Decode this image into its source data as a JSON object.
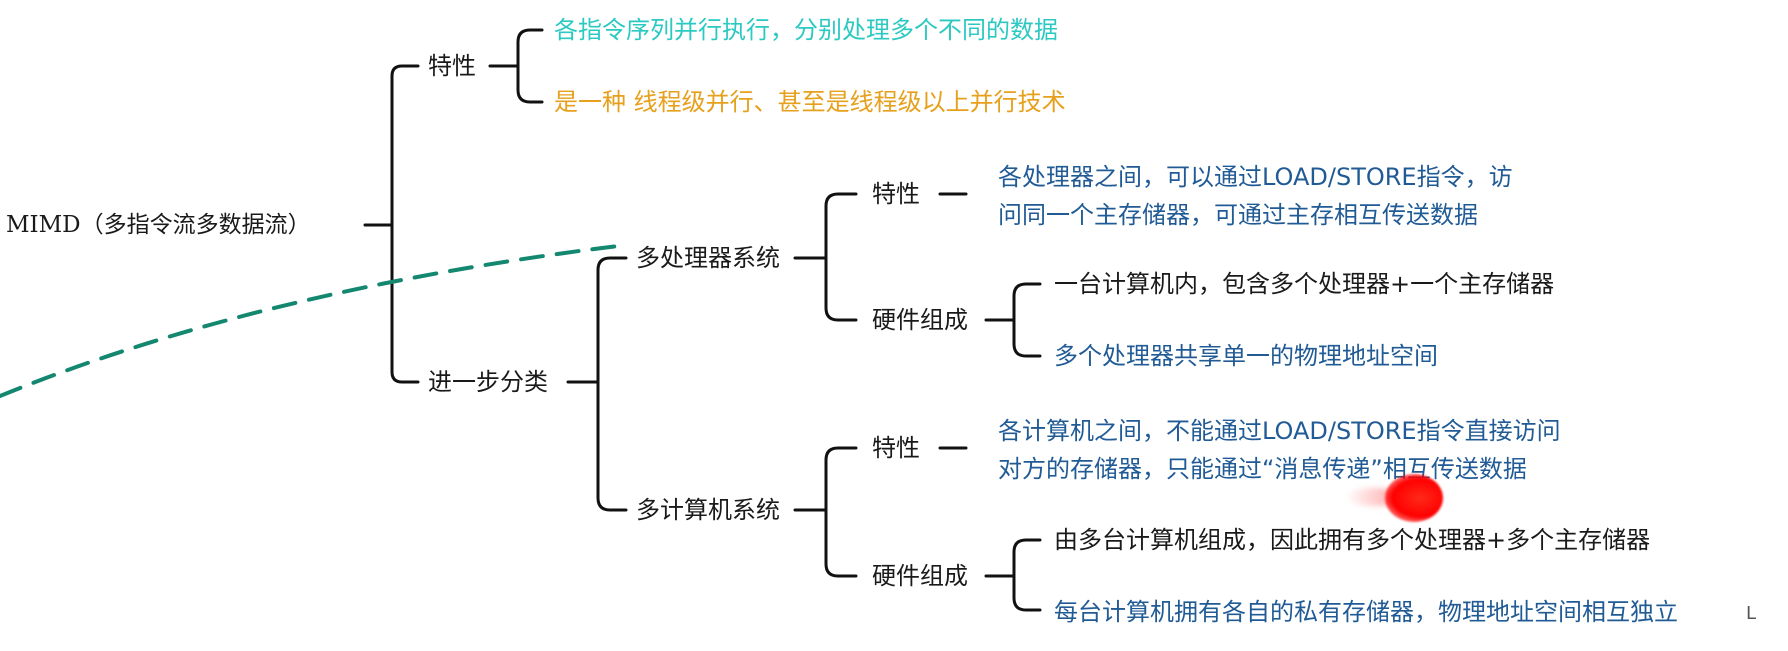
{
  "root": "MIMD（多指令流多数据流）",
  "features": {
    "label": "特性",
    "items": [
      "各指令序列并行执行，分别处理多个不同的数据",
      "是一种 线程级并行、甚至是线程级以上并行技术"
    ]
  },
  "further": {
    "label": "进一步分类",
    "multiprocessor": {
      "label": "多处理器系统",
      "features_label": "特性",
      "features_text_1": "各处理器之间，可以通过LOAD/STORE指令，访",
      "features_text_2": "问同一个主存储器，可通过主存相互传送数据",
      "hardware_label": "硬件组成",
      "hardware_items": [
        "一台计算机内，包含多个处理器+一个主存储器",
        "多个处理器共享单一的物理地址空间"
      ]
    },
    "multicomputer": {
      "label": "多计算机系统",
      "features_label": "特性",
      "features_text_1": "各计算机之间，不能通过LOAD/STORE指令直接访问",
      "features_text_2": "对方的存储器，只能通过“消息传递”相互传送数据",
      "hardware_label": "硬件组成",
      "hardware_items": [
        "由多台计算机组成，因此拥有多个处理器+多个主存储器",
        "每台计算机拥有各自的私有存储器，物理地址空间相互独立"
      ]
    }
  },
  "corner_mark": "L",
  "colors": {
    "teal": "#2cc9c2",
    "orange": "#e6a01c",
    "blue": "#215b96",
    "line": "#111111",
    "dashed": "#13876f",
    "annotation": "#ff0000"
  }
}
